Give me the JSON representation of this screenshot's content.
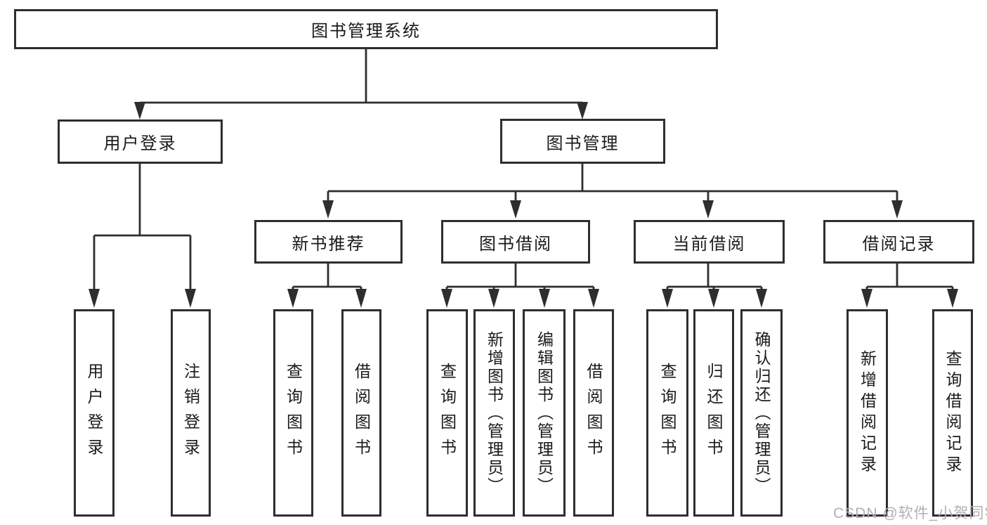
{
  "diagram": {
    "root_label": "图书管理系统",
    "level2": {
      "user_login": "用户登录",
      "book_management": "图书管理"
    },
    "level3": {
      "new_book_recommend": "新书推荐",
      "book_borrow": "图书借阅",
      "current_borrow": "当前借阅",
      "borrow_records": "借阅记录"
    },
    "leaves": {
      "user_login_children": [
        "用户登录",
        "注销登录"
      ],
      "new_book_children": [
        "查询图书",
        "借阅图书"
      ],
      "book_borrow_children": [
        "查询图书",
        "新增图书（管理员）",
        "编辑图书（管理员）",
        "借阅图书"
      ],
      "current_borrow_children": [
        "查询图书",
        "归还图书",
        "确认归还（管理员）"
      ],
      "borrow_record_children": [
        "新增借阅记录",
        "查询借阅记录"
      ]
    },
    "colors": {
      "line": "#2e2e2e",
      "box_border": "#2e2e2e",
      "text": "#1a1a1a",
      "background": "#ffffff",
      "watermark": "#b0b0b0"
    }
  },
  "watermark": {
    "text": "CSDN @软件_小贺同学"
  }
}
